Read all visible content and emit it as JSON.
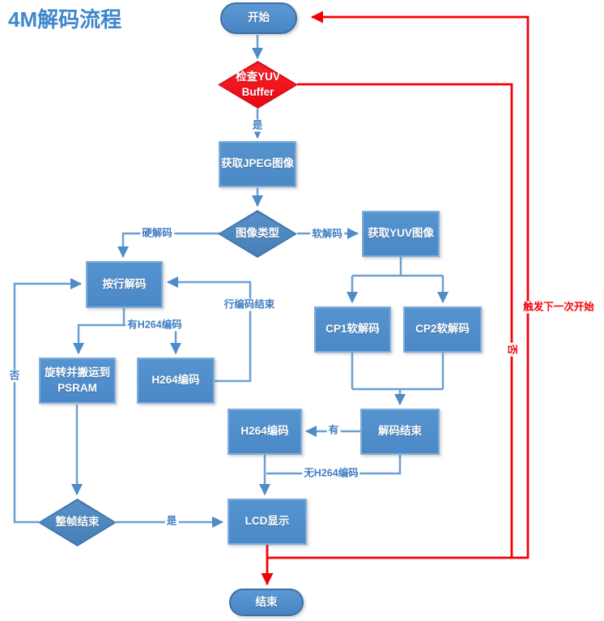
{
  "title": "4M解码流程",
  "nodes": {
    "start": "开始",
    "check_yuv_line1": "检查YUV",
    "check_yuv_line2": "Buffer",
    "get_jpeg": "获取JPEG图像",
    "image_type": "图像类型",
    "get_yuv": "获取YUV图像",
    "line_decode": "按行解码",
    "rotate_line1": "旋转并搬运到",
    "rotate_line2": "PSRAM",
    "h264_encode_left": "H264编码",
    "cp1": "CP1软解码",
    "cp2": "CP2软解码",
    "decode_end": "解码结束",
    "h264_encode_mid": "H264编码",
    "lcd": "LCD显示",
    "frame_end": "整帧结束",
    "end": "结束"
  },
  "labels": {
    "yes_top": "是",
    "hard_decode": "硬解码",
    "soft_decode": "软解码",
    "line_encode_end": "行编码结束",
    "has_h264": "有H264编码",
    "no_left": "否",
    "yes_bottom": "是",
    "has": "有",
    "no_h264": "无H264编码",
    "no_right": "否",
    "trigger_next": "触发下一次开始"
  },
  "colors": {
    "line_blue": "#6B9FD4",
    "arrow_blue": "#4E8BC9",
    "line_red": "#F50005",
    "label_blue": "#3F7EC1",
    "title_blue": "#3F87CD",
    "rect_border": "#7FAEDC",
    "rect_fill_top": "#5694D0",
    "rect_fill_bot": "#4B88C6",
    "pill_border": "#3D6FA5",
    "diamond_border": "#4377AF",
    "diamond_fill_top": "#5890C7",
    "diamond_fill_bot": "#4680B9",
    "red_border": "#D60F1F",
    "red_fill_top": "#FA2428",
    "red_fill_bot": "#E90713"
  }
}
